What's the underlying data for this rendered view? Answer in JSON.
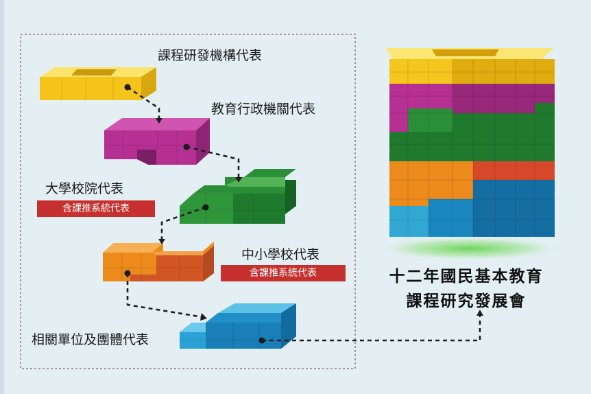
{
  "diagram": {
    "title_line1": "十二年國民基本教育",
    "title_line2": "課程研究發展會",
    "layers": [
      {
        "id": "curriculum",
        "label": "課程研發機構代表",
        "badge": "",
        "color": "#f3c417"
      },
      {
        "id": "education-admin",
        "label": "教育行政機關代表",
        "badge": "",
        "color": "#b42f92"
      },
      {
        "id": "university",
        "label": "大學校院代表",
        "badge": "含課推系統代表",
        "color": "#2a8a35"
      },
      {
        "id": "school",
        "label": "中小學校代表",
        "badge": "含課推系統代表",
        "color": "#ec8a1c"
      },
      {
        "id": "organizations",
        "label": "相關單位及團體代表",
        "badge": "",
        "color": "#1f8fc6"
      }
    ]
  }
}
